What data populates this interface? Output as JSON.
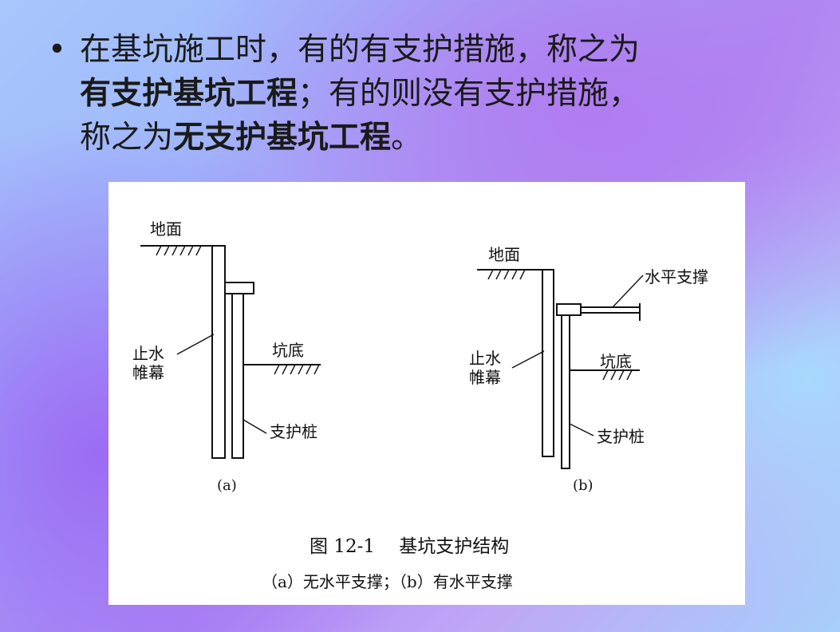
{
  "bullet": {
    "symbol": "•",
    "line1": "在基坑施工时，有的有支护措施，称之为",
    "line2_em": "有支护基坑工程",
    "line2_rest": "；有的则没有支护措施，",
    "line3_prefix": "称之为",
    "line3_em": "无支护基坑工程",
    "line3_end": "。"
  },
  "figure": {
    "a": {
      "ground": "地面",
      "curtain_1": "止水",
      "curtain_2": "帷幕",
      "pit_bottom": "坑底",
      "pile": "支护桩",
      "tag": "(a)"
    },
    "b": {
      "ground": "地面",
      "strut": "水平支撑",
      "curtain_1": "止水",
      "curtain_2": "帷幕",
      "pit_bottom": "坑底",
      "pile": "支护桩",
      "tag": "(b)"
    },
    "caption_title": "图 12-1　 基坑支护结构",
    "caption_sub": "（a）无水平支撑；（b）有水平支撑"
  }
}
